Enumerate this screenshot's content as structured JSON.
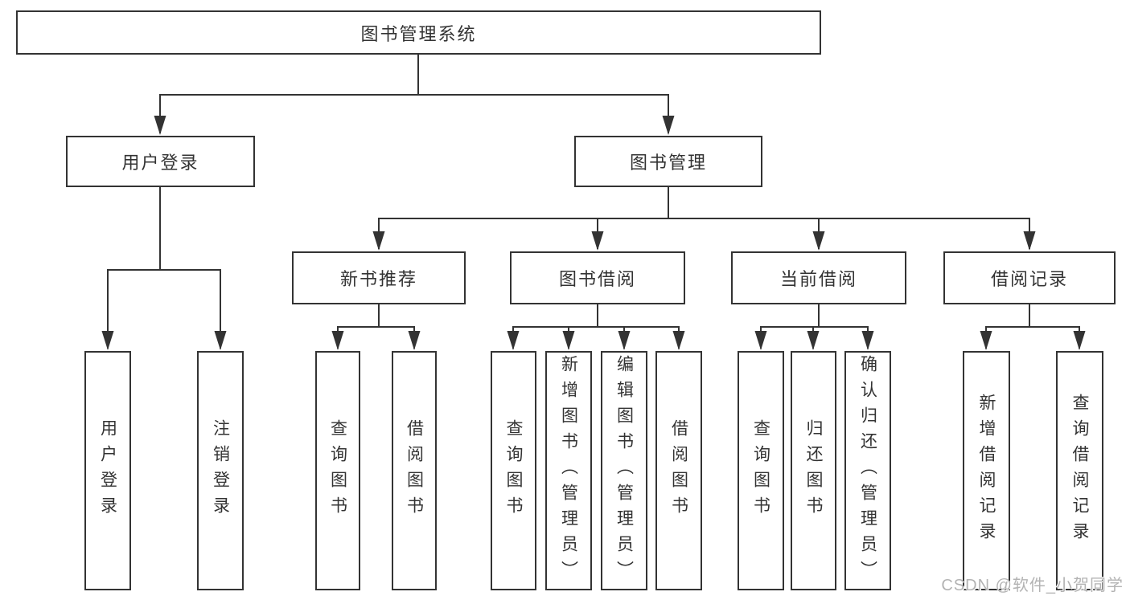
{
  "diagram": {
    "root": {
      "label": "图书管理系统"
    },
    "level2": [
      {
        "label": "用户登录",
        "leaves": [
          "用户登录",
          "注销登录"
        ]
      },
      {
        "label": "图书管理",
        "children": [
          {
            "label": "新书推荐",
            "leaves": [
              "查询图书",
              "借阅图书"
            ]
          },
          {
            "label": "图书借阅",
            "leaves": [
              "查询图书",
              "新增图书（管理员）",
              "编辑图书（管理员）",
              "借阅图书"
            ]
          },
          {
            "label": "当前借阅",
            "leaves": [
              "查询图书",
              "归还图书",
              "确认归还（管理员）"
            ]
          },
          {
            "label": "借阅记录",
            "leaves": [
              "新增借阅记录",
              "查询借阅记录"
            ]
          }
        ]
      }
    ]
  },
  "watermark": {
    "text": "CSDN @软件_小贺同学"
  },
  "colors": {
    "line": "#333333",
    "box_border": "#333333",
    "text": "#333333",
    "watermark": "#b3b3b3",
    "background": "#ffffff"
  }
}
